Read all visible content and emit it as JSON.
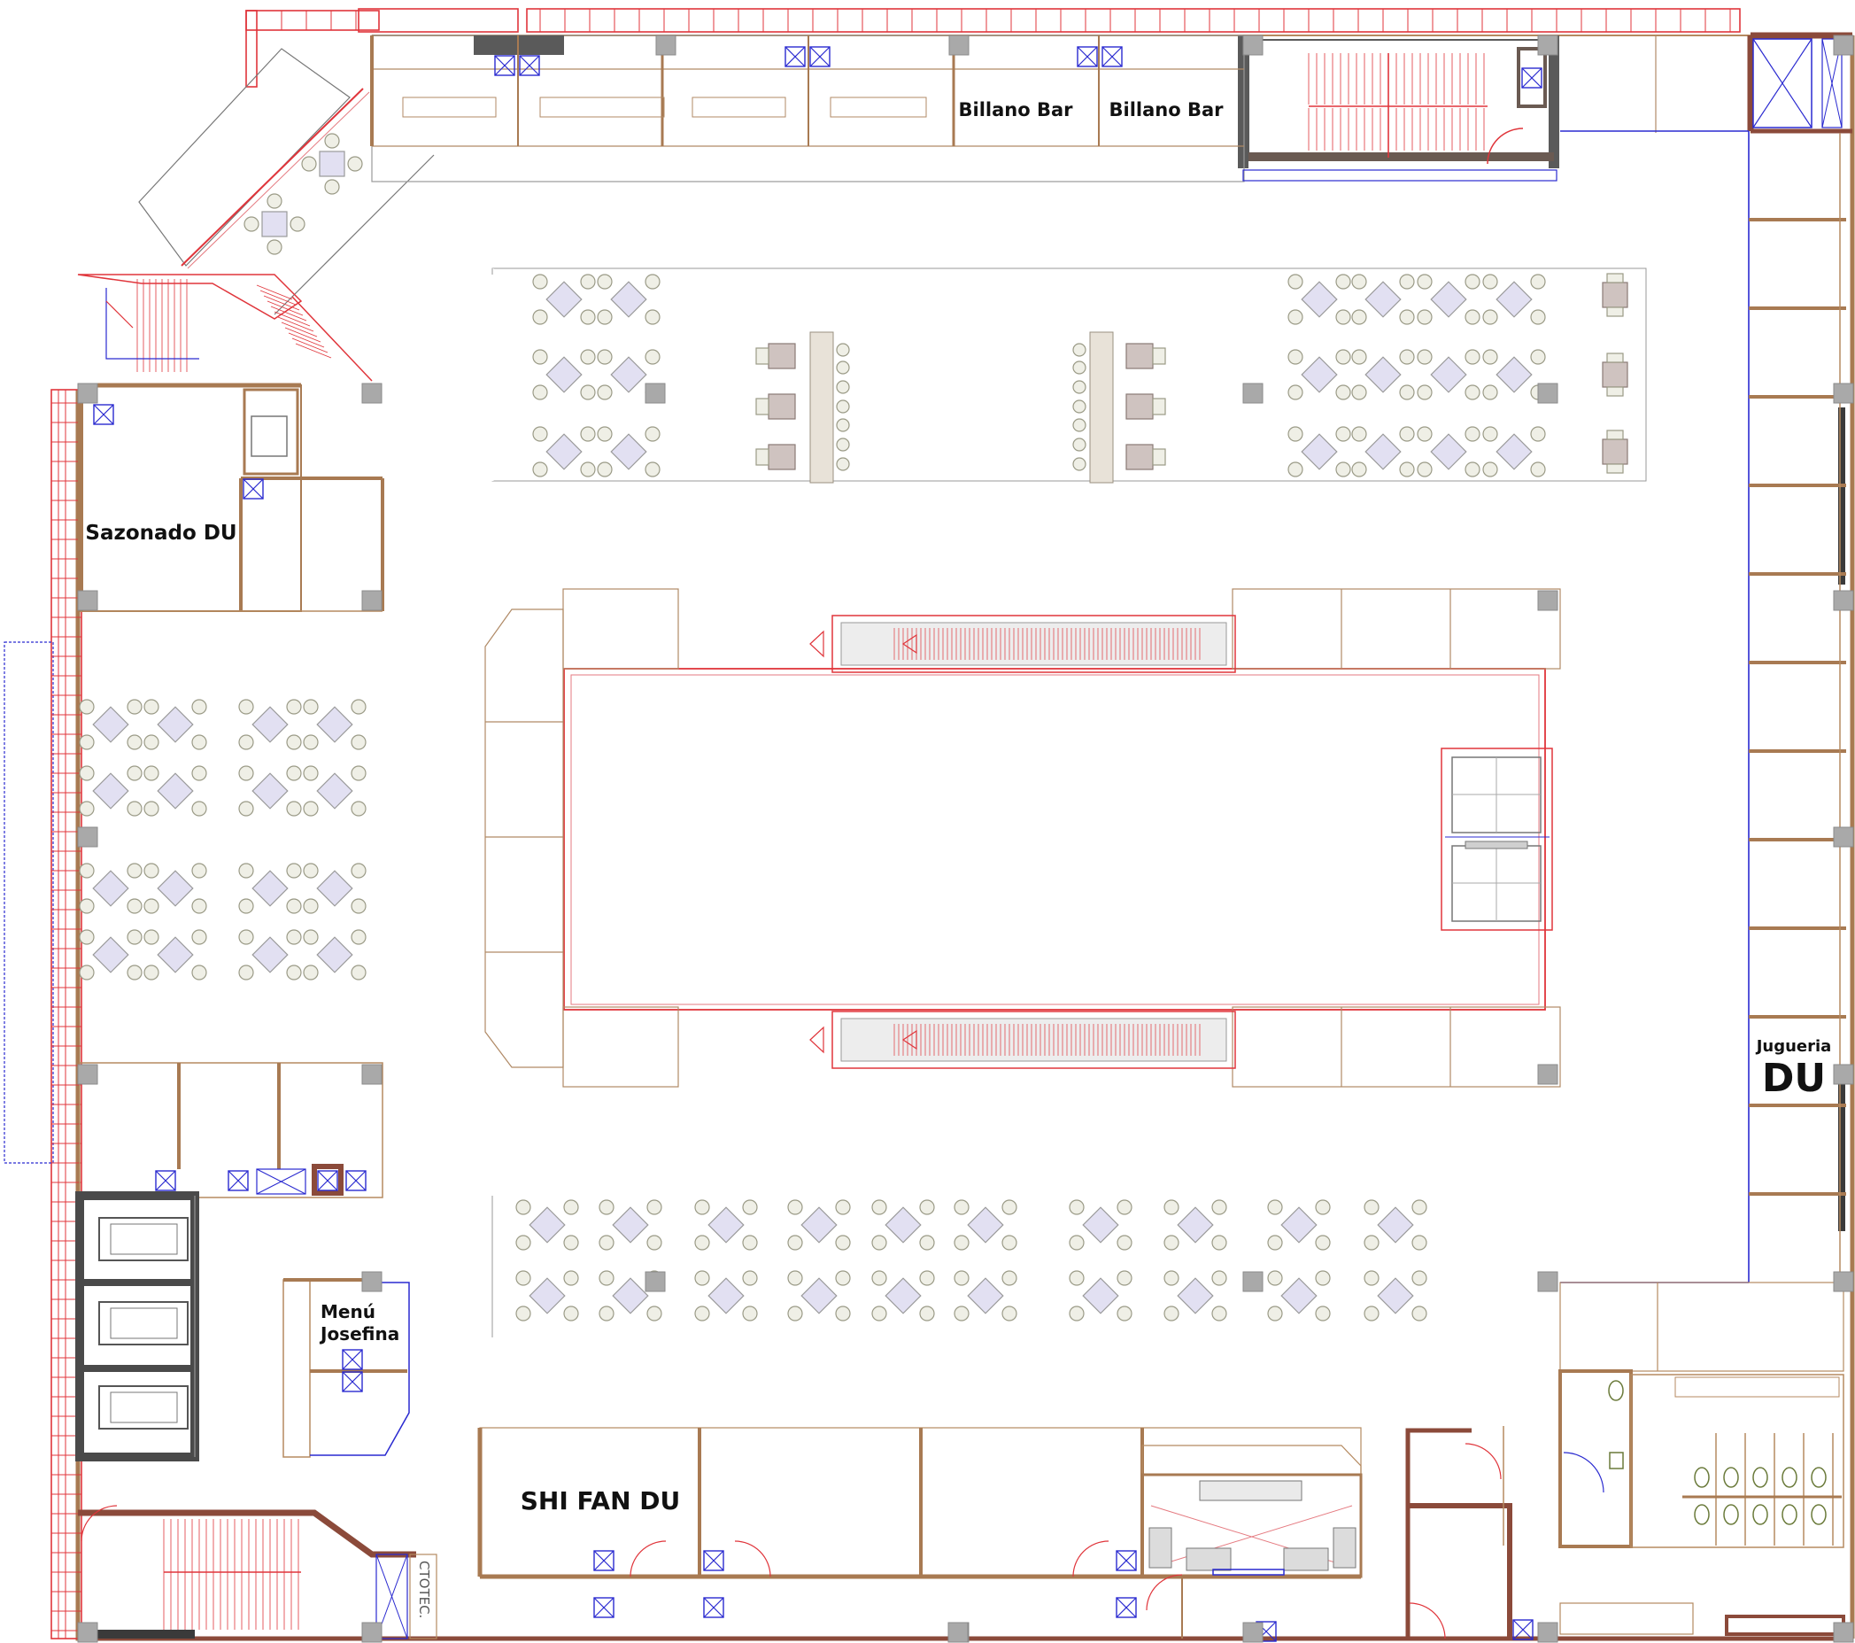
{
  "plan": {
    "labels": {
      "billano_bar_1": "Billano Bar",
      "billano_bar_2": "Billano Bar",
      "sazonado": "Sazonado DU",
      "menu_line1": "Menú",
      "menu_line2": "Josefina",
      "shifan": "SHI FAN DU",
      "jugueria_line1": "Jugueria",
      "jugueria_line2": "DU",
      "ctotec": "CTOTEC."
    }
  },
  "colors": {
    "wall": "#a87a52",
    "stair_red": "#e0353b",
    "window_blue": "#2a2ad0",
    "column_gray": "#a9a9a9",
    "table_lavender": "#e2e0f2",
    "chair_cream": "#efefe6"
  }
}
